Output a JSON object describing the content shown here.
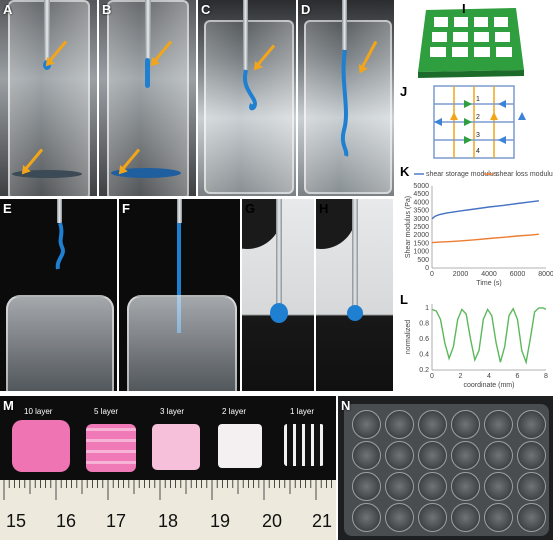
{
  "panels": {
    "a": "A",
    "b": "B",
    "c": "C",
    "d": "D",
    "e": "E",
    "f": "F",
    "g": "G",
    "h": "H",
    "i": "I",
    "j": "J",
    "k": "K",
    "l": "L",
    "m": "M",
    "n": "N"
  },
  "scaffold_labels": [
    "10 layer",
    "5 layer",
    "3 layer",
    "2 layer",
    "1 layer"
  ],
  "ruler_numbers": [
    "15",
    "16",
    "17",
    "18",
    "19",
    "20",
    "21"
  ],
  "path_numbers": [
    "1",
    "2",
    "3",
    "4"
  ],
  "colors": {
    "ink_blue": "#1f7fd0",
    "arrow_orange": "#f3a51a",
    "scaffold_green": "#2e9e3e",
    "scaffold_pink": "#f07ab8",
    "storage_line": "#4472c4",
    "loss_line": "#ed7d31",
    "profile_line": "#5cb85c"
  },
  "chart_data": [
    {
      "type": "line",
      "panel": "K",
      "xlabel": "Time (s)",
      "ylabel": "Shear modulus (Pa)",
      "xlim": [
        0,
        8000
      ],
      "ylim": [
        0,
        5000
      ],
      "xticks": [
        "0",
        "2000",
        "4000",
        "6000",
        "8000"
      ],
      "yticks": [
        "0",
        "500",
        "1000",
        "1500",
        "2000",
        "2500",
        "3000",
        "3500",
        "4000",
        "4500",
        "5000"
      ],
      "legend": "top",
      "grid": false,
      "series": [
        {
          "name": "shear storage modulus",
          "color": "#4472c4",
          "x": [
            0,
            200,
            500,
            1000,
            2000,
            3000,
            4000,
            5000,
            6000,
            7000,
            7500
          ],
          "y": [
            3000,
            3150,
            3250,
            3350,
            3480,
            3600,
            3720,
            3820,
            3930,
            4040,
            4100
          ]
        },
        {
          "name": "shear loss modulus",
          "color": "#ed7d31",
          "x": [
            0,
            500,
            1000,
            2000,
            3000,
            4000,
            5000,
            6000,
            7000,
            7500
          ],
          "y": [
            1550,
            1580,
            1600,
            1650,
            1720,
            1800,
            1870,
            1950,
            2020,
            2060
          ]
        }
      ]
    },
    {
      "type": "line",
      "panel": "L",
      "xlabel": "coordinate (mm)",
      "ylabel": "normalized",
      "xlim": [
        0,
        8
      ],
      "ylim": [
        0.2,
        1.05
      ],
      "xticks": [
        "0",
        "2",
        "4",
        "6",
        "8"
      ],
      "yticks": [
        "0.2",
        "0.4",
        "0.6",
        "0.8",
        "1"
      ],
      "grid": false,
      "series": [
        {
          "name": "",
          "color": "#5cb85c",
          "x": [
            0,
            0.3,
            0.6,
            0.9,
            1.2,
            1.5,
            1.8,
            2.1,
            2.4,
            2.7,
            3.0,
            3.3,
            3.6,
            3.9,
            4.2,
            4.5,
            4.8,
            5.1,
            5.4,
            5.7,
            6.0,
            6.3,
            6.6,
            6.9,
            7.2,
            7.5,
            7.8,
            8.0
          ],
          "y": [
            0.98,
            0.96,
            0.85,
            0.55,
            0.35,
            0.5,
            0.85,
            0.98,
            0.92,
            0.6,
            0.33,
            0.45,
            0.85,
            0.98,
            0.9,
            0.55,
            0.3,
            0.5,
            0.9,
            0.99,
            0.85,
            0.45,
            0.3,
            0.6,
            0.95,
            1.0,
            1.0,
            0.98
          ]
        }
      ]
    }
  ]
}
